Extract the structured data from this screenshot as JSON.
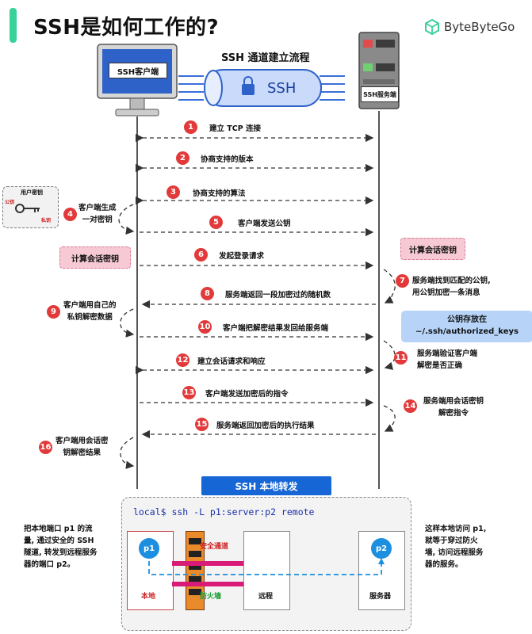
{
  "header": {
    "title": "SSH是如何工作的?",
    "brand": "ByteByteGo",
    "subtitle": "SSH 通道建立流程"
  },
  "client_label": "SSH客户端",
  "server_label": "SSH服务端",
  "tunnel_label": "SSH",
  "key_box": {
    "public": "公钥",
    "private": "私钥",
    "user": "用户密钥"
  },
  "steps": [
    {
      "n": "1",
      "text": "建立 TCP 连接"
    },
    {
      "n": "2",
      "text": "协商支持的版本"
    },
    {
      "n": "3",
      "text": "协商支持的算法"
    },
    {
      "n": "4",
      "text": "客户端生成\n一对密钥"
    },
    {
      "n": "5",
      "text": "客户端发送公钥"
    },
    {
      "n": "6",
      "text": "发起登录请求"
    },
    {
      "n": "7",
      "text": "服务端找到匹配的公钥,\n用公钥加密一条消息"
    },
    {
      "n": "8",
      "text": "服务端返回一段加密过的随机数"
    },
    {
      "n": "9",
      "text": "客户端用自己的\n私钥解密数据"
    },
    {
      "n": "10",
      "text": "客户端把解密结果发回给服务端"
    },
    {
      "n": "11",
      "text": "服务端验证客户端\n解密是否正确"
    },
    {
      "n": "12",
      "text": "建立会话请求和响应"
    },
    {
      "n": "13",
      "text": "客户端发送加密后的指令"
    },
    {
      "n": "14",
      "text": "服务端用会话密钥\n解密指令"
    },
    {
      "n": "15",
      "text": "服务端返回加密后的执行结果"
    },
    {
      "n": "16",
      "text": "客户端用会话密\n钥解密结果"
    }
  ],
  "session_key_left": "计算会话密钥",
  "session_key_right": "计算会话密钥",
  "pubkey_note": "公钥存放在\n~/.ssh/authorized_keys",
  "forward": {
    "title": "SSH 本地转发",
    "command": "local$  ssh  -L p1:server:p2 remote",
    "left_note": "把本地端口 p1 的流\n量, 通过安全的 SSH\n隧道, 转发到远程服务\n器的端口 p2。",
    "right_note": "这样本地访问 p1,\n就等于穿过防火\n墙, 访问远程服务\n器的服务。",
    "p1": "p1",
    "p2": "p2",
    "local": "本地",
    "remote": "远程",
    "server": "服务器",
    "secure_channel": "安全通道",
    "firewall": "防火墙"
  },
  "colors": {
    "accent": "#1666d6",
    "step": "#e23a3a",
    "pink": "#f6c9d4",
    "brand": "#3ad19a"
  }
}
